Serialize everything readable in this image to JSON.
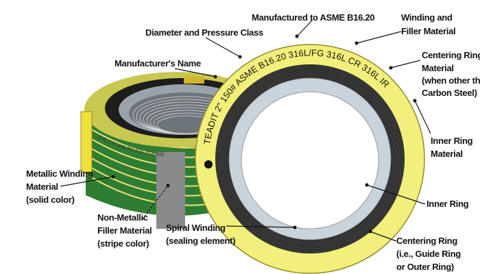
{
  "ring_markings": {
    "logo": "TEADIT",
    "size": "2\"",
    "pressure_class": "150#",
    "standard_org": "ASME",
    "standard": "B16.20",
    "winding_filler": "316L/FG",
    "centering_ring": "316L CR",
    "inner_ring": "316L IR"
  },
  "side_markings": "316L CR 316L/FG B16.20 ASME",
  "colors": {
    "centering_ring": "#f2ef7a",
    "winding": "#2b2b2b",
    "inner_ring": "#c9d3dc",
    "metallic_winding": "#2f7d32",
    "filler_stripe": "#8a8a8a"
  },
  "labels": {
    "manufactured": "Manufactured to ASME B16.20",
    "diameter": "Diameter and Pressure Class",
    "manufacturer_name": "Manufacturer's Name",
    "winding_filler": [
      "Winding and",
      "Filler Material"
    ],
    "centering_material": [
      "Centering Ring",
      "Material",
      "(when other tha",
      "Carbon Steel)"
    ],
    "inner_ring_material": [
      "Inner Ring",
      "Material"
    ],
    "metallic_winding": [
      "Metallic Winding",
      "Material",
      "(solid color)"
    ],
    "non_metallic": [
      "Non-Metallic",
      "Filler Material",
      "(stripe color)"
    ],
    "spiral_winding": [
      "Spiral Winding",
      "(sealing element)"
    ],
    "inner_ring": "Inner Ring",
    "centering_ring": [
      "Centering Ring",
      "(i.e., Guide Ring",
      "or Outer Ring)"
    ]
  }
}
